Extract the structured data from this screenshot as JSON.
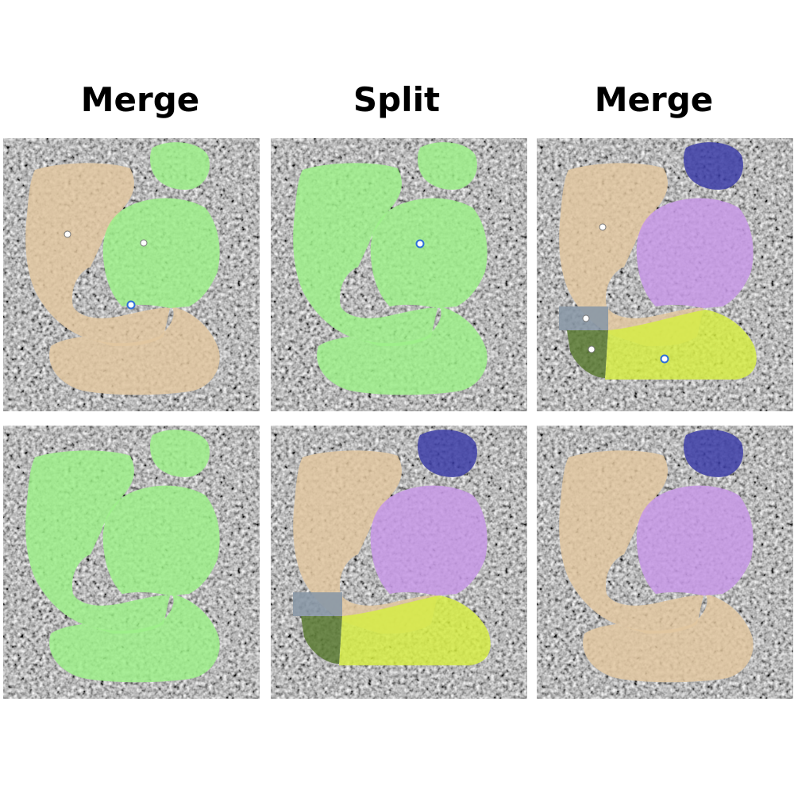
{
  "headers": {
    "col1": "Merge",
    "col2": "Split",
    "col3": "Merge"
  },
  "colors": {
    "tan": "#e2c7a0",
    "green": "#9ef08a",
    "purple": "#c79ae6",
    "blue": "#3d3ea8",
    "yellow_green": "#d6ec45",
    "dark_green": "#5b7a33",
    "gray": "#8a98a6",
    "click_point_white": "#ffffff",
    "click_point_blue": "#2f6fd6"
  },
  "panels": [
    {
      "name": "top-left",
      "operation": "Merge",
      "state": "before"
    },
    {
      "name": "bottom-left",
      "operation": "Merge",
      "state": "after"
    },
    {
      "name": "top-middle",
      "operation": "Split",
      "state": "before"
    },
    {
      "name": "bottom-middle",
      "operation": "Split",
      "state": "after"
    },
    {
      "name": "top-right",
      "operation": "Merge",
      "state": "before"
    },
    {
      "name": "bottom-right",
      "operation": "Merge",
      "state": "after"
    }
  ]
}
